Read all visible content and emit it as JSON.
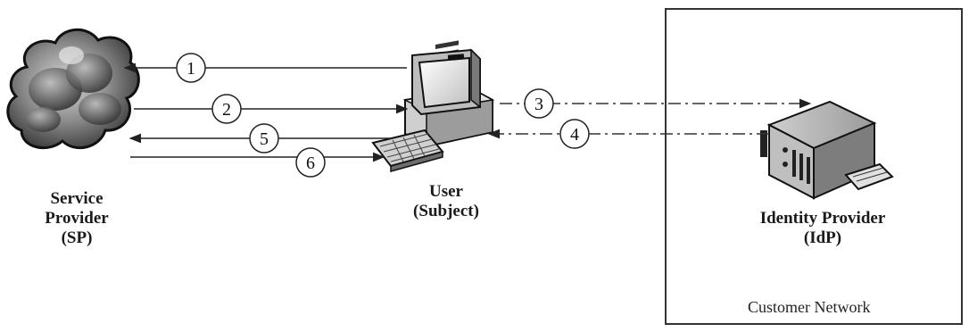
{
  "service_provider": {
    "line1": "Service",
    "line2": "Provider",
    "line3": "(SP)"
  },
  "user": {
    "line1": "User",
    "line2": "(Subject)"
  },
  "identity_provider": {
    "line1": "Identity Provider",
    "line2": "(IdP)"
  },
  "customer_network": {
    "label": "Customer Network"
  },
  "flows": [
    {
      "step": "1"
    },
    {
      "step": "2"
    },
    {
      "step": "3"
    },
    {
      "step": "4"
    },
    {
      "step": "5"
    },
    {
      "step": "6"
    }
  ]
}
